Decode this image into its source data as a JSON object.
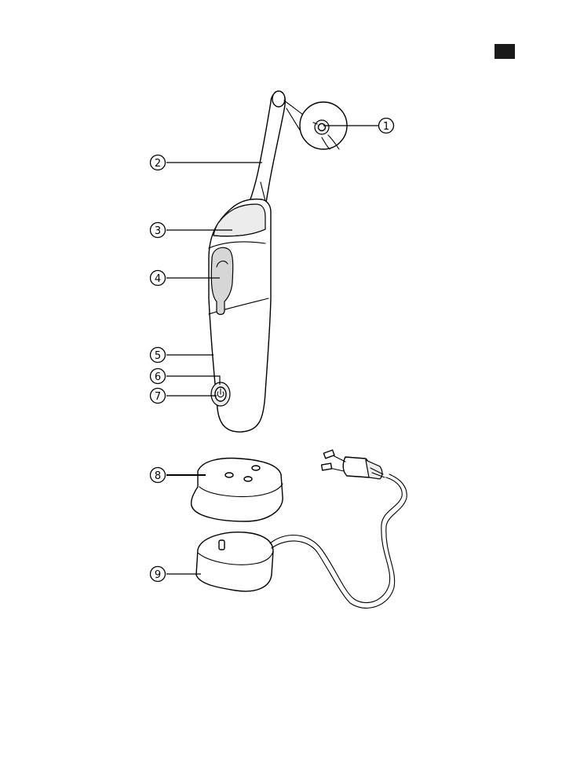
{
  "diagram": {
    "callouts": [
      {
        "label": "1"
      },
      {
        "label": "2"
      },
      {
        "label": "3"
      },
      {
        "label": "4"
      },
      {
        "label": "5"
      },
      {
        "label": "6"
      },
      {
        "label": "7"
      },
      {
        "label": "8"
      },
      {
        "label": "9"
      }
    ]
  },
  "colors": {
    "line": "#000000",
    "background": "#ffffff",
    "section_marker": "#1a1a1a"
  }
}
